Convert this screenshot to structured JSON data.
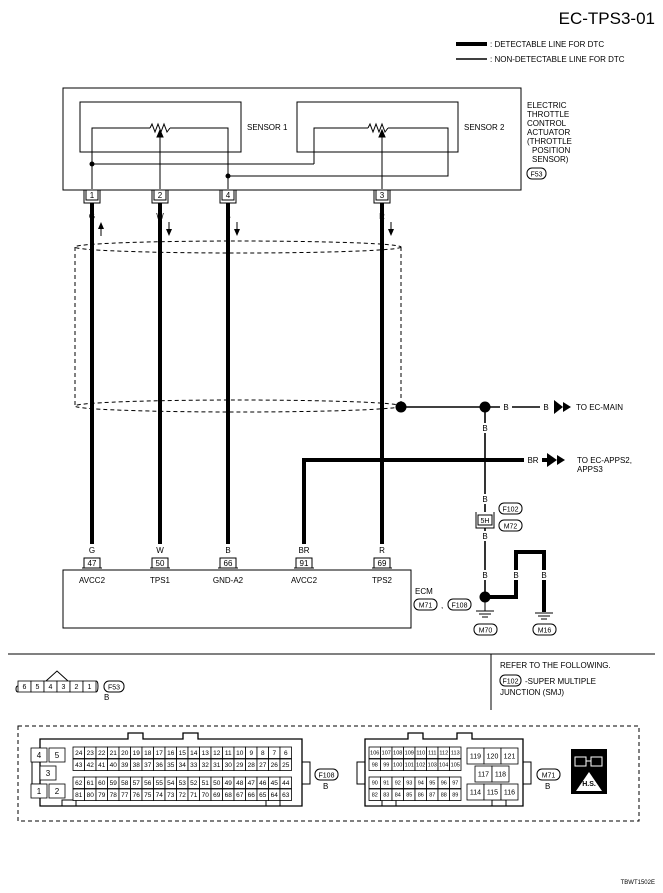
{
  "header": {
    "code": "EC-TPS3-01",
    "legend_thick": ": DETECTABLE LINE FOR DTC",
    "legend_thin": ": NON-DETECTABLE LINE FOR DTC"
  },
  "actuator": {
    "sensor1": "SENSOR 1",
    "sensor2": "SENSOR 2",
    "label_lines": [
      "ELECTRIC",
      "THROTTLE",
      "CONTROL",
      "ACTUATOR",
      "(THROTTLE",
      "POSITION",
      "SENSOR)"
    ],
    "connector": "F53",
    "pins": [
      {
        "num": "1",
        "color": "G",
        "dir": "up"
      },
      {
        "num": "2",
        "color": "W",
        "dir": "down"
      },
      {
        "num": "4",
        "color": "B",
        "dir": "down"
      },
      {
        "num": "3",
        "color": "R",
        "dir": "down"
      }
    ]
  },
  "ground_bus": {
    "wire_color_1": "B",
    "wire_color_2": "B",
    "to_main": "TO EC-MAIN",
    "wire_color_3": "B",
    "apps_color": "BR",
    "to_apps_1": "TO EC-APPS2,",
    "to_apps_2": "APPS3",
    "joint_top_color": "B",
    "joint_connector_1": "F102",
    "joint_pin": "5H",
    "joint_connector_2": "M72",
    "joint_bottom_color": "B",
    "ground_color_1": "B",
    "ground_color_2": "B",
    "ground_color_3": "B",
    "ground_1": "M70",
    "ground_2": "M16"
  },
  "ecm": {
    "label": "ECM",
    "connector_1": "M71",
    "connector_2": "F108",
    "separator": ",",
    "pins": [
      {
        "color": "G",
        "num": "47",
        "name": "AVCC2"
      },
      {
        "color": "W",
        "num": "50",
        "name": "TPS1"
      },
      {
        "color": "B",
        "num": "66",
        "name": "GND-A2"
      },
      {
        "color": "BR",
        "num": "91",
        "name": "AVCC2"
      },
      {
        "color": "R",
        "num": "69",
        "name": "TPS2"
      }
    ]
  },
  "connectors_section": {
    "f53_pins": [
      "6",
      "5",
      "4",
      "3",
      "2",
      "1"
    ],
    "f53_label": "F53",
    "f53_color": "B",
    "refer": "REFER TO THE FOLLOWING.",
    "refer_connector": "F102",
    "refer_text_1": "-SUPER MULTIPLE",
    "refer_text_2": "JUNCTION (SMJ)",
    "f108_label": "F108",
    "f108_color": "B",
    "f108_left_top": [
      "4",
      "5"
    ],
    "f108_left_mid": "3",
    "f108_left_bot": [
      "1",
      "2"
    ],
    "f108_row1": [
      "24",
      "23",
      "22",
      "21",
      "20",
      "19",
      "18",
      "17",
      "16",
      "15",
      "14",
      "13",
      "12",
      "11",
      "10",
      "9",
      "8",
      "7",
      "6"
    ],
    "f108_row2": [
      "43",
      "42",
      "41",
      "40",
      "39",
      "38",
      "37",
      "36",
      "35",
      "34",
      "33",
      "32",
      "31",
      "30",
      "29",
      "28",
      "27",
      "26",
      "25"
    ],
    "f108_row3": [
      "62",
      "61",
      "60",
      "59",
      "58",
      "57",
      "56",
      "55",
      "54",
      "53",
      "52",
      "51",
      "50",
      "49",
      "48",
      "47",
      "46",
      "45",
      "44"
    ],
    "f108_row4": [
      "81",
      "80",
      "79",
      "78",
      "77",
      "76",
      "75",
      "74",
      "73",
      "72",
      "71",
      "70",
      "69",
      "68",
      "67",
      "66",
      "65",
      "64",
      "63"
    ],
    "m71_label": "M71",
    "m71_color": "B",
    "m71_row1": [
      "106",
      "107",
      "108",
      "109",
      "110",
      "111",
      "112",
      "113"
    ],
    "m71_row2": [
      "98",
      "99",
      "100",
      "101",
      "102",
      "103",
      "104",
      "105"
    ],
    "m71_row3": [
      "90",
      "91",
      "92",
      "93",
      "94",
      "95",
      "96",
      "97"
    ],
    "m71_row4": [
      "82",
      "83",
      "84",
      "85",
      "86",
      "87",
      "88",
      "89"
    ],
    "m71_right_top": [
      "119",
      "120",
      "121"
    ],
    "m71_right_mid": [
      "117",
      "118"
    ],
    "m71_right_bot": [
      "114",
      "115",
      "116"
    ],
    "hs_badge": "H.S."
  },
  "footer": {
    "code": "TBWT1502E"
  }
}
